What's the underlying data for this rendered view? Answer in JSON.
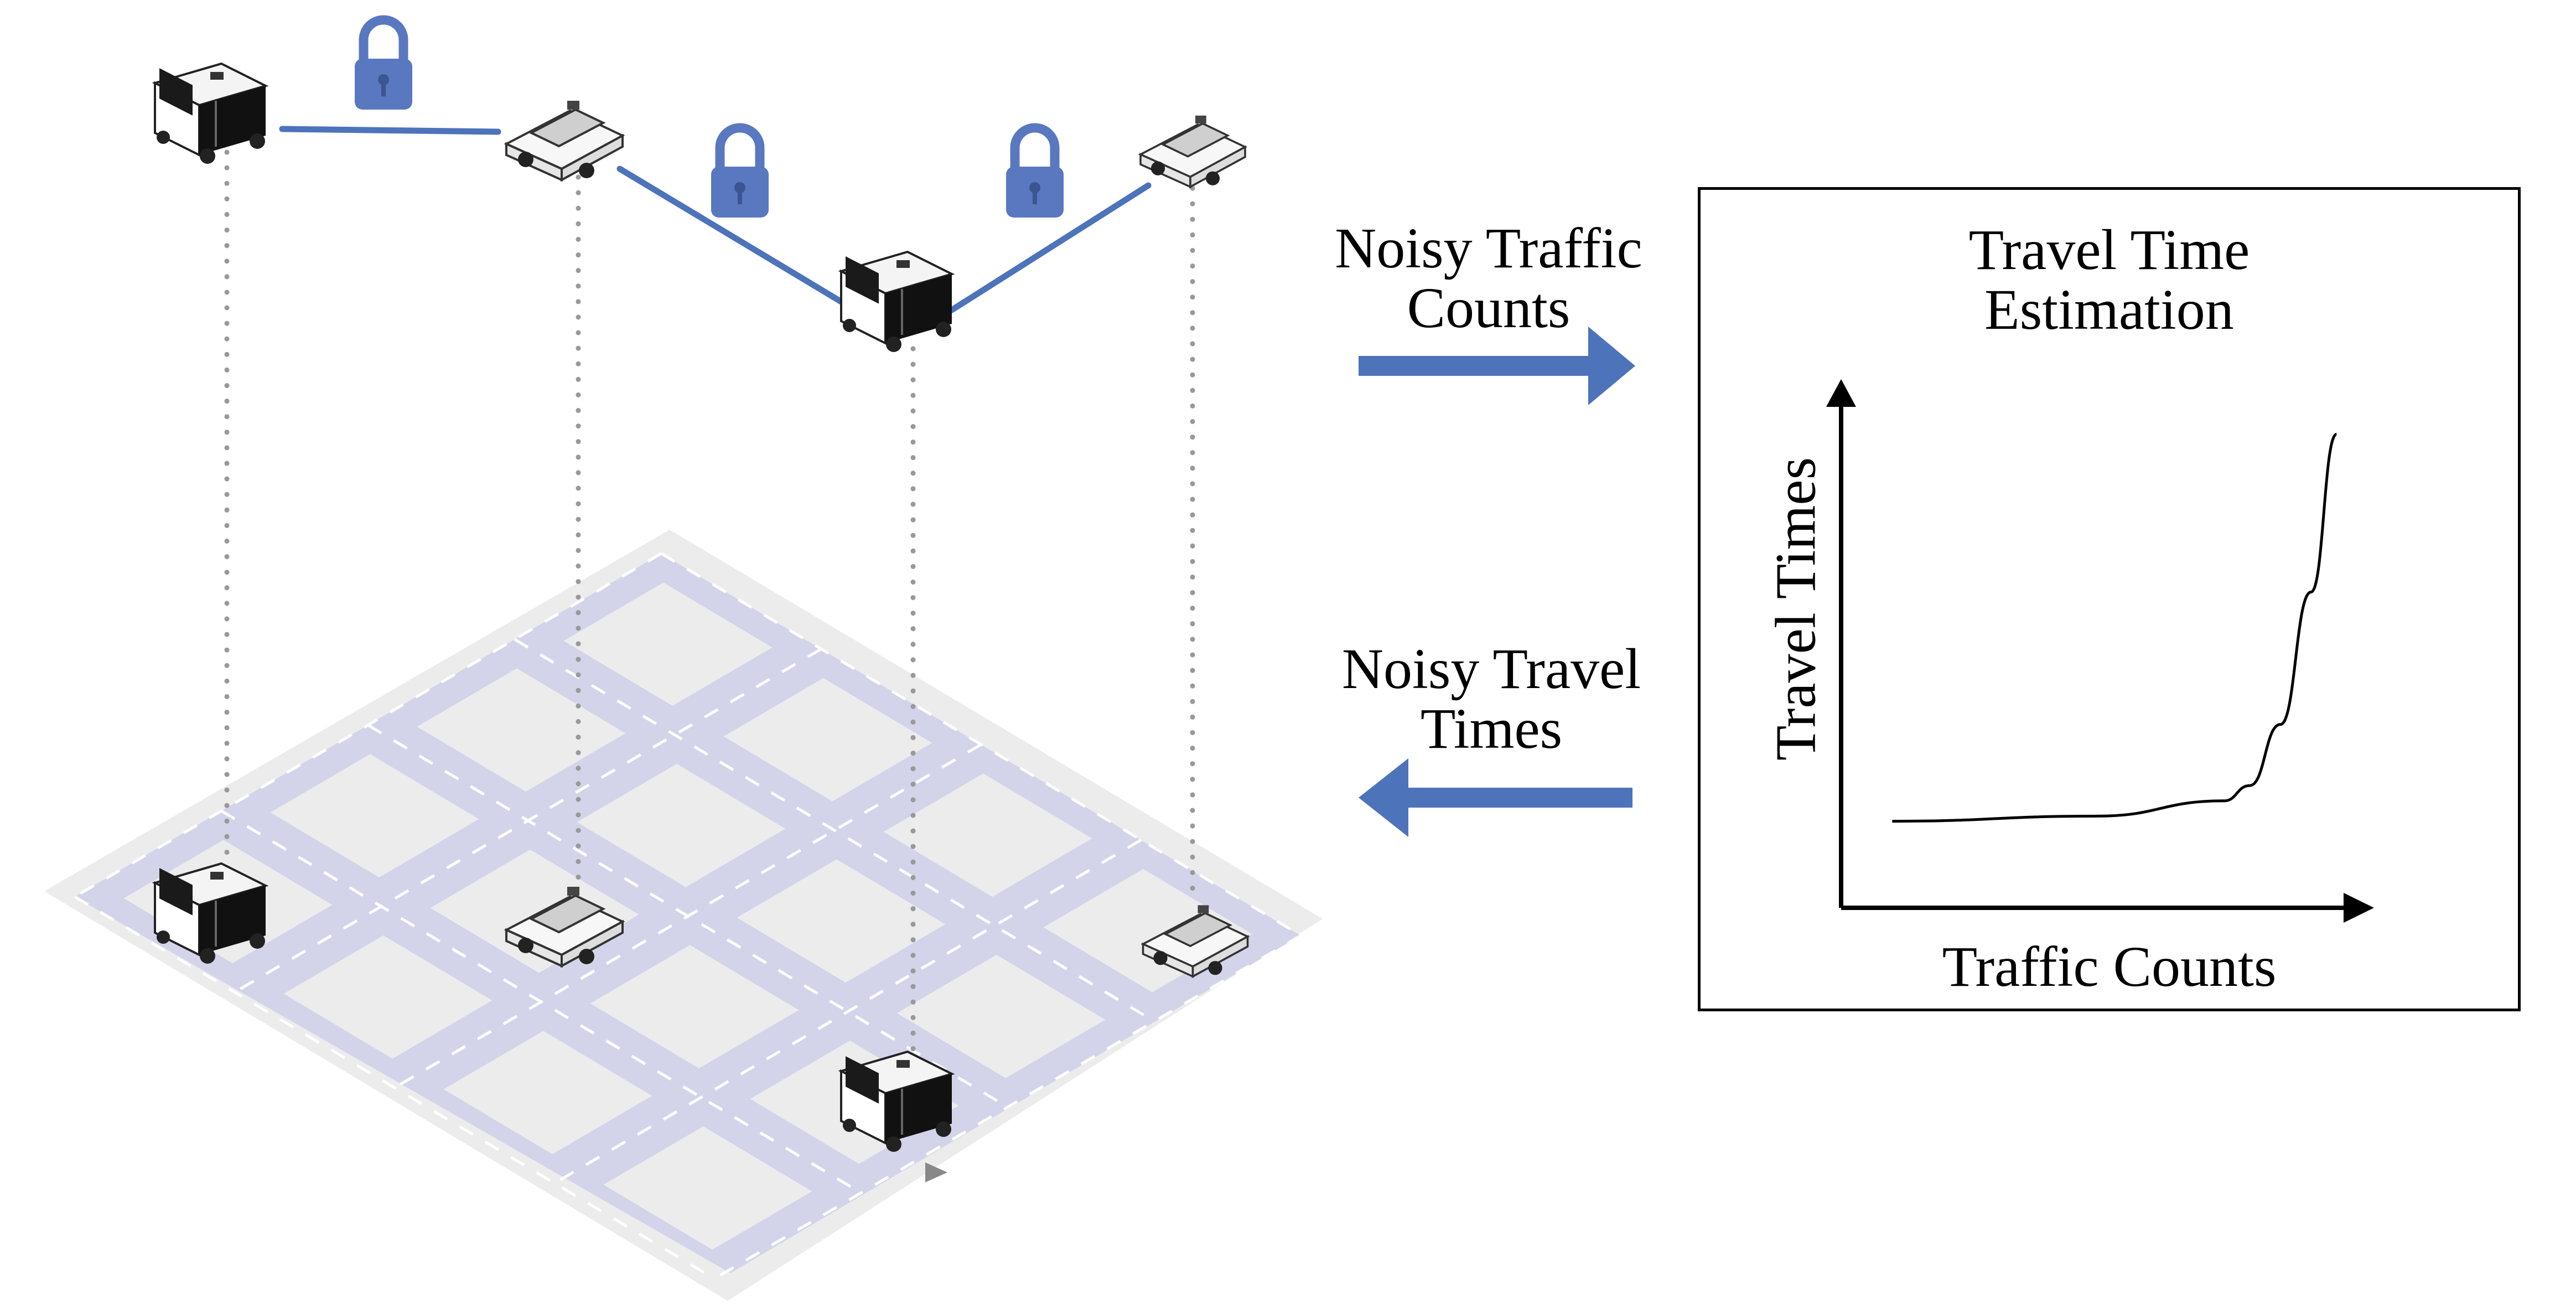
{
  "figure": {
    "arrow_to_chart_label": [
      "Noisy Traffic",
      "Counts"
    ],
    "arrow_from_chart_label": [
      "Noisy Travel",
      "Times"
    ],
    "lock_icon": "lock-icon",
    "colors": {
      "road": "#d3d4ea",
      "block": "#ececec",
      "link": "#4d73ba",
      "arrow": "#4d73ba",
      "lock": "#5a78c0",
      "dots": "#999999"
    }
  },
  "chart": {
    "title_lines": [
      "Travel Time",
      "Estimation"
    ],
    "xlabel": "Traffic Counts",
    "ylabel": "Travel Times"
  },
  "chart_data": {
    "type": "line",
    "title": "Travel Time Estimation",
    "xlabel": "Traffic Counts",
    "ylabel": "Travel Times",
    "grid": false,
    "series": [
      {
        "x": [
          0.1,
          0.5,
          0.75,
          0.8,
          0.86,
          0.92,
          0.97
        ],
        "y": [
          0.17,
          0.18,
          0.21,
          0.24,
          0.36,
          0.62,
          0.93
        ]
      }
    ]
  }
}
